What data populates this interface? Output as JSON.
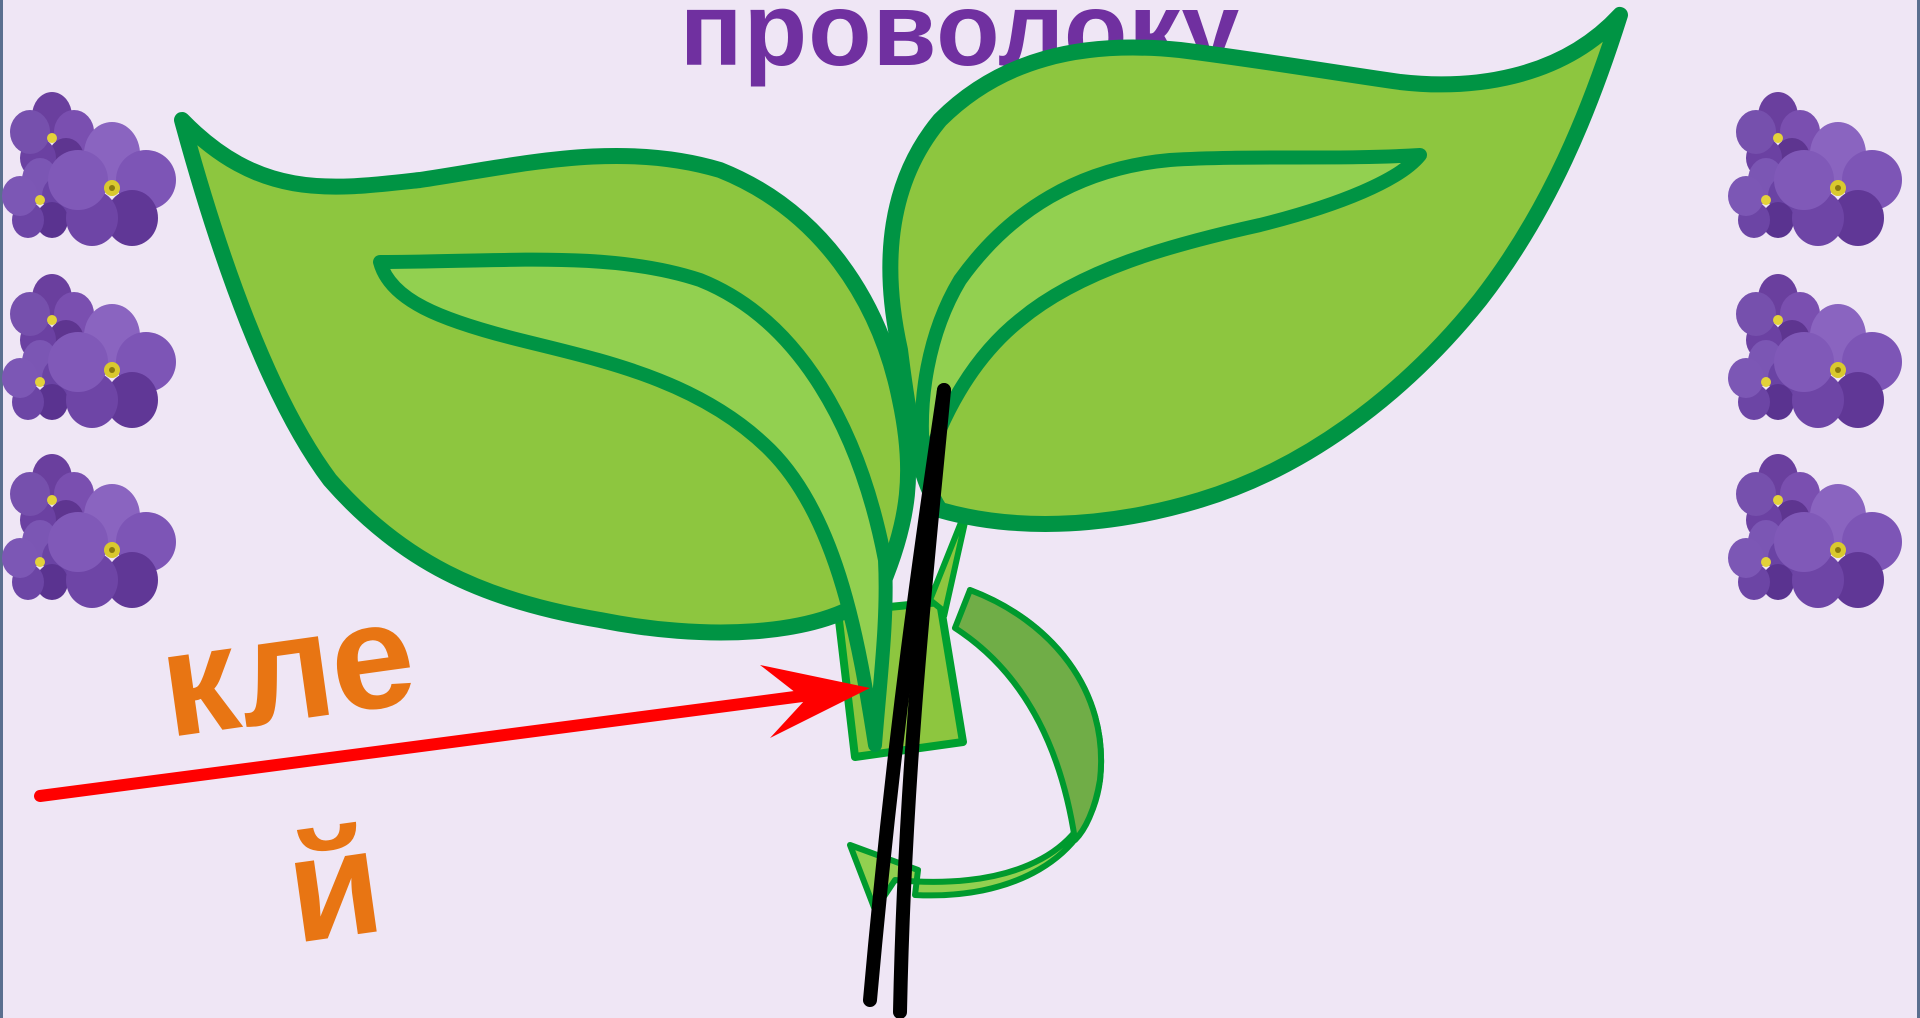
{
  "slide": {
    "title": "проволоку",
    "glue_label_part1": "кле",
    "glue_label_part2": "й"
  },
  "colors": {
    "background": "#efe6f5",
    "title": "#7030a0",
    "label": "#e87513",
    "leaf_fill": "#8dc63f",
    "leaf_outline": "#009444",
    "arrow": "#ff0000",
    "wire": "#000000"
  },
  "icons": {
    "decoration": "violet-flower-icon",
    "pointer": "red-arrow-icon",
    "wrap": "curved-wrap-arrow-icon"
  }
}
